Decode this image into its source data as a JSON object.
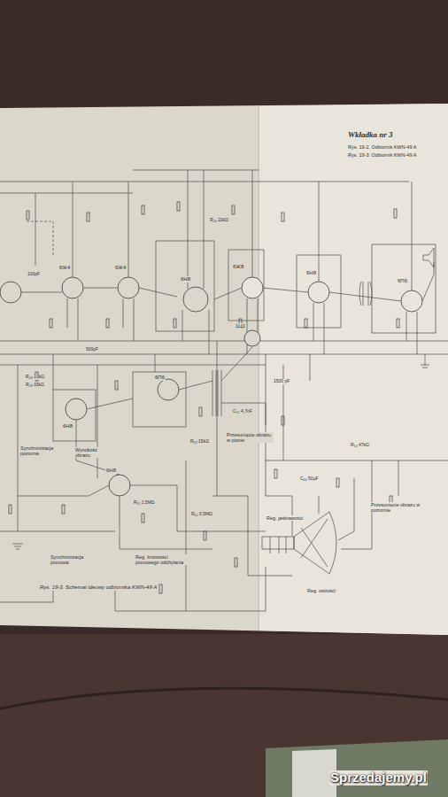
{
  "diagram": {
    "title": "Wkładka nr 3",
    "caption": "Rys. 19-3. Schemat ideowy odbiornika KWN-49 A",
    "labels": [
      "Rys. 19-2. Odbiornik KWN-49 A",
      "Rys. 19-3. Odbiornik KWN-49 A",
      "6Ж4",
      "6Ж4",
      "6H8",
      "6Ж8",
      "6H8",
      "6П6",
      "6H8",
      "6П6",
      "1Ц1",
      "6H8",
      "R₄₈ 10kΩ",
      "R₄₉ 33kΩ",
      "1500 pF",
      "C₅₂ 4,7nF",
      "R₂₄ 22kΩ",
      "R₁₅ 1,5MΩ",
      "R₆₂ 0,5MΩ",
      "R₅₄ 47kΩ",
      "C₄₄ 50µF",
      "R₃₃ 15kΩ",
      "100pF",
      "500pF",
      "Synchronizacja pozioma",
      "Wysokość obrazu",
      "Synchronizacja pionowa",
      "Reg. liniowości pionowego odchylania",
      "Przesunięcie obrazu w pionie",
      "Przesunięcie obrazu w poziomie",
      "Reg. jaskrawości",
      "Reg. ostrości",
      "Sprzedajemy.pl"
    ]
  }
}
